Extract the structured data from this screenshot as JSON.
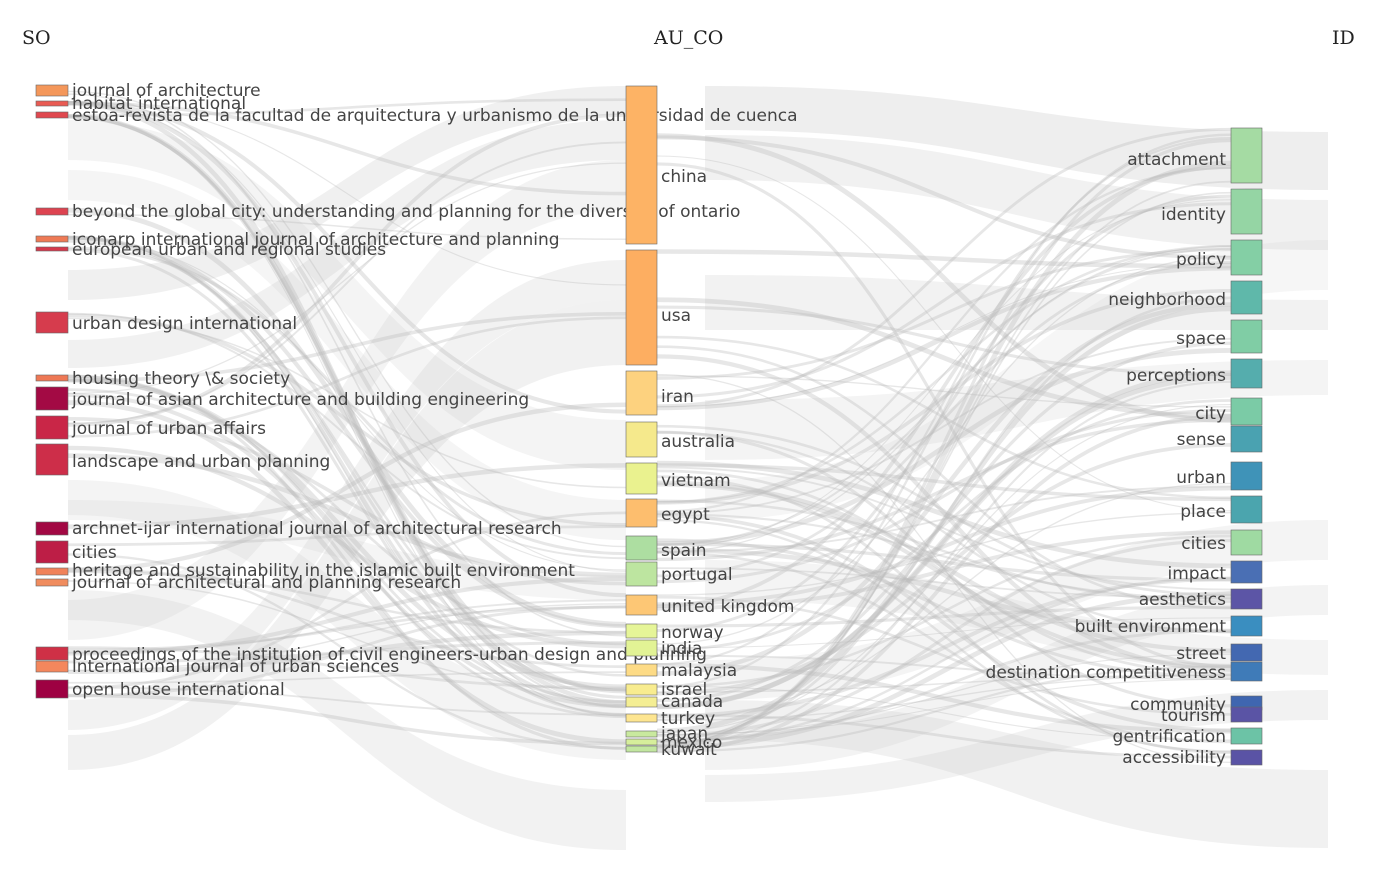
{
  "columns": {
    "so": "SO",
    "au_co": "AU_CO",
    "id": "ID"
  },
  "nodes": {
    "so": [
      {
        "label": "journal of architecture",
        "color": "#f4975a"
      },
      {
        "label": "habitat international",
        "color": "#e95b53"
      },
      {
        "label": "estoa-revista de la facultad de arquitectura y urbanismo de la universidad de cuenca",
        "color": "#e0484f"
      },
      {
        "label": "beyond the global city: understanding and planning for the diversity of ontario",
        "color": "#dd4350"
      },
      {
        "label": "iconarp international journal of architecture and planning",
        "color": "#ee7a55"
      },
      {
        "label": "european urban and regional studies",
        "color": "#d5394c"
      },
      {
        "label": "urban design international",
        "color": "#d63c4d"
      },
      {
        "label": "housing theory \\& society",
        "color": "#ee7855"
      },
      {
        "label": "journal of asian architecture and building engineering",
        "color": "#a30a44"
      },
      {
        "label": "journal of urban affairs",
        "color": "#c92647"
      },
      {
        "label": "landscape and urban planning",
        "color": "#cd2e49"
      },
      {
        "label": "archnet-ijar international journal of architectural research",
        "color": "#a20843"
      },
      {
        "label": "cities",
        "color": "#bd1e46"
      },
      {
        "label": "heritage and sustainability in the islamic built environment",
        "color": "#f0825a"
      },
      {
        "label": "journal of architectural and planning research",
        "color": "#f08c5e"
      },
      {
        "label": "proceedings of the institution of civil engineers-urban design and planning",
        "color": "#cf3046"
      },
      {
        "label": "international journal of urban sciences",
        "color": "#f4875d"
      },
      {
        "label": "open house international",
        "color": "#9e0142"
      }
    ],
    "au_co": [
      {
        "label": "china",
        "color": "#fdb365"
      },
      {
        "label": "usa",
        "color": "#fdae61"
      },
      {
        "label": "iran",
        "color": "#fdd27f"
      },
      {
        "label": "australia",
        "color": "#f5e98c"
      },
      {
        "label": "vietnam",
        "color": "#eaf28f"
      },
      {
        "label": "egypt",
        "color": "#fdbe6e"
      },
      {
        "label": "spain",
        "color": "#addea1"
      },
      {
        "label": "portugal",
        "color": "#bde5a0"
      },
      {
        "label": "united kingdom",
        "color": "#fdc775"
      },
      {
        "label": "norway",
        "color": "#e6f598"
      },
      {
        "label": "india",
        "color": "#e2f395"
      },
      {
        "label": "malaysia",
        "color": "#fddb86"
      },
      {
        "label": "israel",
        "color": "#f8ec8f"
      },
      {
        "label": "canada",
        "color": "#f4ee93"
      },
      {
        "label": "turkey",
        "color": "#fde590"
      },
      {
        "label": "japan",
        "color": "#c9e99e"
      },
      {
        "label": "mexico",
        "color": "#d6ee9b"
      },
      {
        "label": "kuwait",
        "color": "#c2e6a0"
      }
    ],
    "id": [
      {
        "label": "attachment",
        "color": "#a5dba3"
      },
      {
        "label": "identity",
        "color": "#95d5a4"
      },
      {
        "label": "policy",
        "color": "#84cfa5"
      },
      {
        "label": "neighborhood",
        "color": "#5fb8aa"
      },
      {
        "label": "space",
        "color": "#80cda5"
      },
      {
        "label": "perceptions",
        "color": "#55adad"
      },
      {
        "label": "city",
        "color": "#7bcba6"
      },
      {
        "label": "sense",
        "color": "#4aa2b1"
      },
      {
        "label": "urban",
        "color": "#3f93b8"
      },
      {
        "label": "place",
        "color": "#4ba5ae"
      },
      {
        "label": "cities",
        "color": "#9fdaa2"
      },
      {
        "label": "impact",
        "color": "#4a6fb4"
      },
      {
        "label": "aesthetics",
        "color": "#5c55a6"
      },
      {
        "label": "built environment",
        "color": "#3a8ec0"
      },
      {
        "label": "street",
        "color": "#4368b1"
      },
      {
        "label": "destination competitiveness",
        "color": "#3f7bb8"
      },
      {
        "label": "community",
        "color": "#3f66b0"
      },
      {
        "label": "tourism",
        "color": "#5a54a5"
      },
      {
        "label": "gentrification",
        "color": "#6cc3a6"
      },
      {
        "label": "accessibility",
        "color": "#5a53a5"
      }
    ]
  },
  "link_color": "#c8c8c8"
}
